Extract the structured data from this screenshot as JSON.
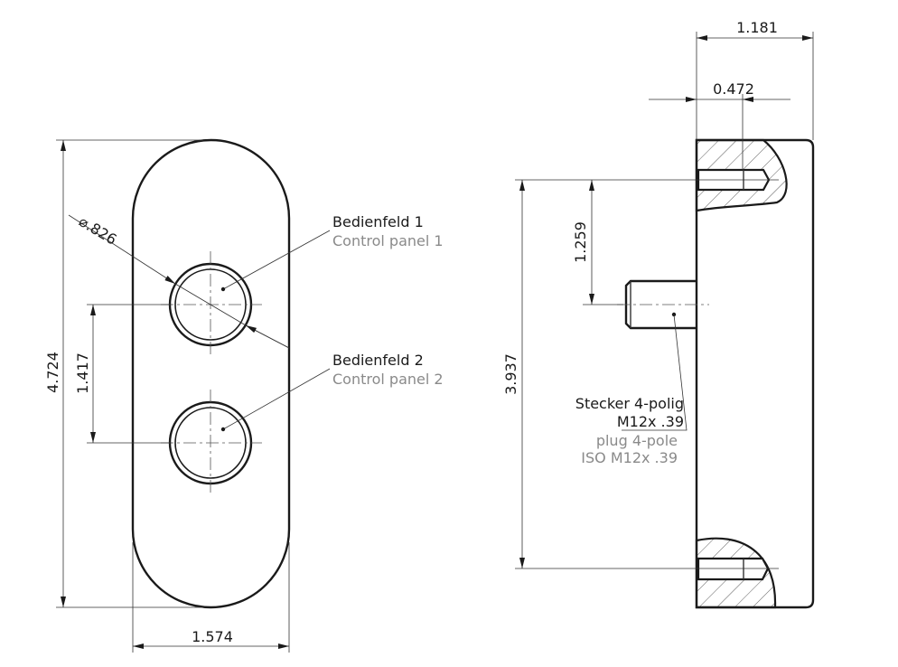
{
  "dimensions": {
    "overall_height": "4.724",
    "panel_spacing": "1.417",
    "overall_width": "1.574",
    "panel_diameter": "⌀.826",
    "depth": "1.181",
    "hole_depth": "0.472",
    "plug_offset": "1.259",
    "hole_spacing": "3.937"
  },
  "labels": {
    "panel1_de": "Bedienfeld 1",
    "panel1_en": "Control panel 1",
    "panel2_de": "Bedienfeld 2",
    "panel2_en": "Control panel 2",
    "plug_de_1": "Stecker 4-polig",
    "plug_de_2": "M12x .39",
    "plug_en_1": "plug 4-pole",
    "plug_en_2": "ISO M12x .39"
  }
}
